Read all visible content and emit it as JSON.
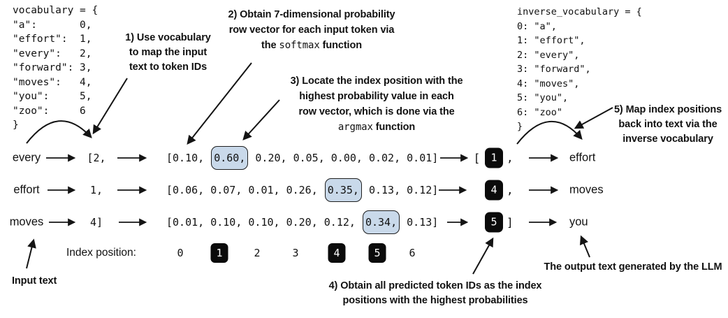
{
  "colors": {
    "background": "#ffffff",
    "text": "#111111",
    "highlight_fill": "#c9d9ea",
    "highlight_border": "#1f1f1f",
    "token_box_bg": "#0b0b0b",
    "token_box_text": "#ffffff"
  },
  "vocab": {
    "code": "vocabulary = {\n\"a\":       0,\n\"effort\":  1,\n\"every\":   2,\n\"forward\": 3,\n\"moves\":   4,\n\"you\":     5,\n\"zoo\":     6\n}"
  },
  "inverse_vocab": {
    "code": "inverse_vocabulary = {\n0: \"a\",\n1: \"effort\",\n2: \"every\",\n3: \"forward\",\n4: \"moves\",\n5: \"you\",\n6: \"zoo\"\n}"
  },
  "annotations": {
    "step1": {
      "lines": [
        "1) Use vocabulary",
        "to map the input",
        "text to token IDs"
      ]
    },
    "step2": {
      "line1": "2) Obtain 7-dimensional probability",
      "line2": "row vector for each input token via",
      "line3_pre": "the ",
      "line3_code": "softmax",
      "line3_post": " function"
    },
    "step3": {
      "line1": "3) Locate the index position with the",
      "line2": "highest probability value in each",
      "line3": "row vector, which is done via the",
      "line4_code": "argmax",
      "line4_post": " function"
    },
    "step4": {
      "line1": "4) Obtain all predicted token IDs as the index",
      "line2": "positions with the highest probabilities"
    },
    "step5": {
      "lines": [
        "5) Map index positions",
        "back into text via the",
        "inverse vocabulary"
      ]
    },
    "input_label": "Input text",
    "output_label": "The output text generated by the LLM"
  },
  "rows": [
    {
      "input_word": "every",
      "token_id": "[2,",
      "vector_pre": "[0.10, ",
      "vector_highlight": "0.60,",
      "vector_post": " 0.20, 0.05, 0.00, 0.02, 0.01]",
      "out_open": "[",
      "predicted_id": "1",
      "out_close": ",",
      "output_word": "effort"
    },
    {
      "input_word": "effort",
      "token_id": "1,",
      "vector_pre": "[0.06, 0.07, 0.01, 0.26, ",
      "vector_highlight": "0.35,",
      "vector_post": " 0.13, 0.12]",
      "out_open": "",
      "predicted_id": "4",
      "out_close": ",",
      "output_word": "moves"
    },
    {
      "input_word": "moves",
      "token_id": "4]",
      "vector_pre": "[0.01, 0.10, 0.10, 0.20, 0.12, ",
      "vector_highlight": "0.34,",
      "vector_post": " 0.13]",
      "out_open": "",
      "predicted_id": "5",
      "out_close": "]",
      "output_word": "you"
    }
  ],
  "index_row": {
    "label": "Index position:",
    "cells": [
      {
        "value": "0",
        "highlighted": false
      },
      {
        "value": "1",
        "highlighted": true
      },
      {
        "value": "2",
        "highlighted": false
      },
      {
        "value": "3",
        "highlighted": false
      },
      {
        "value": "4",
        "highlighted": true
      },
      {
        "value": "5",
        "highlighted": true
      },
      {
        "value": "6",
        "highlighted": false
      }
    ]
  }
}
